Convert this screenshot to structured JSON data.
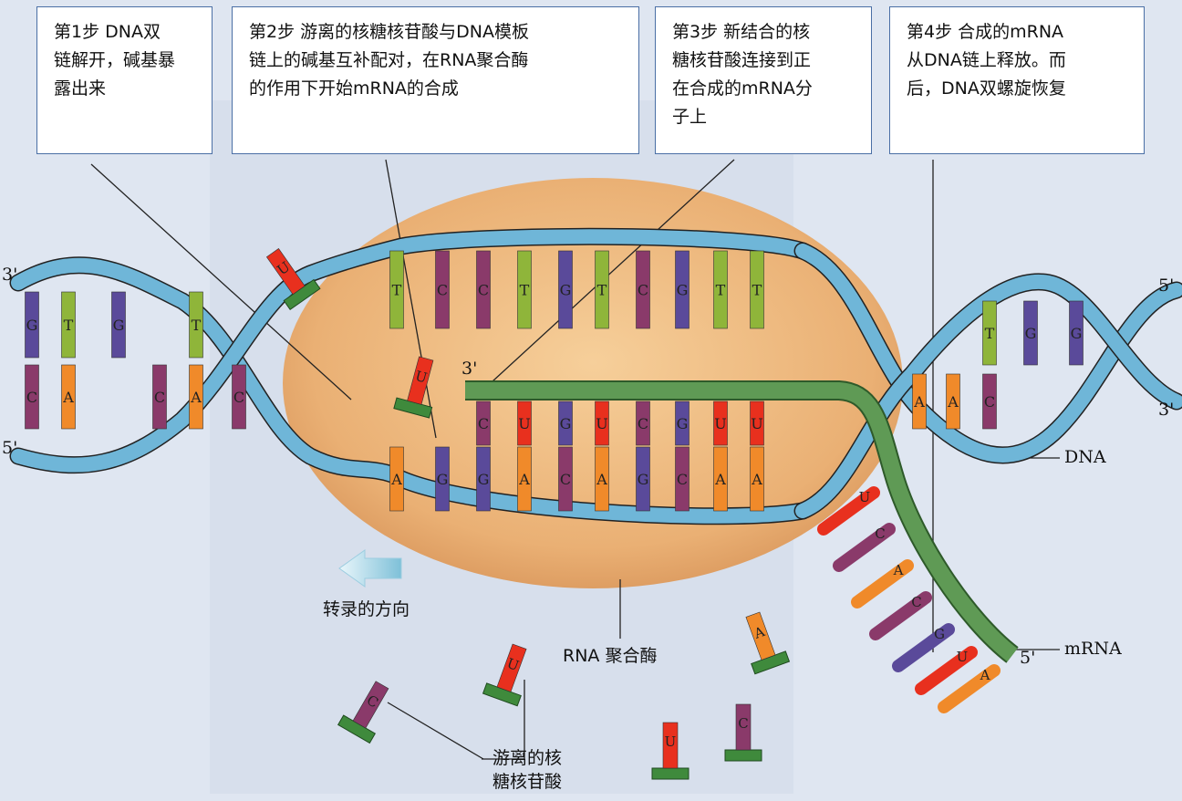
{
  "steps": {
    "step1": "第1步 DNA双\n链解开，碱基暴\n露出来",
    "step2": "第2步  游离的核糖核苷酸与DNA模板\n链上的碱基互补配对，在RNA聚合酶\n的作用下开始mRNA的合成",
    "step3": "第3步  新结合的核\n糖核苷酸连接到正\n在合成的mRNA分\n子上",
    "step4": "第4步  合成的mRNA\n从DNA链上释放。而\n后，DNA双螺旋恢复"
  },
  "labels": {
    "direction": "转录的方向",
    "polymerase": "RNA 聚合酶",
    "dna": "DNA",
    "mrna": "mRNA",
    "free_nucleotides": "游离的核\n糖核苷酸"
  },
  "ends": {
    "left_top": "3'",
    "left_bottom": "5'",
    "right_top": "5'",
    "right_bottom": "3'",
    "mrna_start": "3'",
    "mrna_end": "5'"
  },
  "bases": {
    "left_helix_top": [
      "G",
      "T",
      "G",
      "T"
    ],
    "left_helix_bottom": [
      "C",
      "A",
      "C",
      "A",
      "C"
    ],
    "upper_template": [
      "T",
      "C",
      "C",
      "T",
      "G",
      "T",
      "C",
      "G",
      "T",
      "T"
    ],
    "mrna_paired": [
      "C",
      "U",
      "G",
      "U",
      "C",
      "G",
      "U",
      "U"
    ],
    "lower_template": [
      "A",
      "G",
      "G",
      "A",
      "C",
      "A",
      "G",
      "C",
      "A",
      "A"
    ],
    "mrna_tail": [
      "U",
      "C",
      "A",
      "C",
      "G",
      "U",
      "A"
    ],
    "right_helix_top": [
      "T",
      "G",
      "G"
    ],
    "right_helix_bottom": [
      "A",
      "A",
      "C"
    ],
    "free": [
      "U",
      "U",
      "C",
      "A",
      "U",
      "C",
      "U"
    ]
  },
  "colors": {
    "A": "#f08a2a",
    "T": "#8fb53a",
    "G": "#5a4a9a",
    "C": "#8a3a6a",
    "U": "#e8301e",
    "backbone": "#6fb6d8",
    "mrna": "#5f9a55",
    "polymerase": "#e9b277"
  }
}
